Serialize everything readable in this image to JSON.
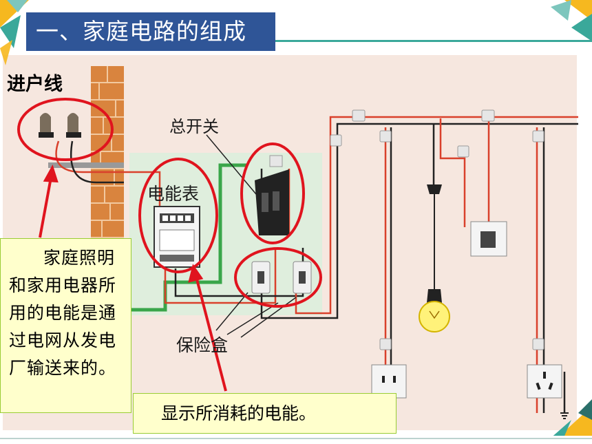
{
  "slide": {
    "title": "一、家庭电路的组成"
  },
  "diagram": {
    "label_entry_line": "进户线",
    "label_main_switch": "总开关",
    "label_meter": "电能表",
    "label_fuse_box": "保险盒"
  },
  "notes": {
    "left_note": "家庭照明和家用电器所用的电能是通过电网从发电厂输送来的。",
    "bottom_note": "显示所消耗的电能。"
  },
  "colors": {
    "title_bg": "#2f5597",
    "accent_teal": "#3aa89a",
    "note_bg": "#ffffcc",
    "highlight_red": "#e0141e",
    "wire_red": "#d9402b",
    "wire_green": "#3aa64a",
    "wire_black": "#222222"
  }
}
